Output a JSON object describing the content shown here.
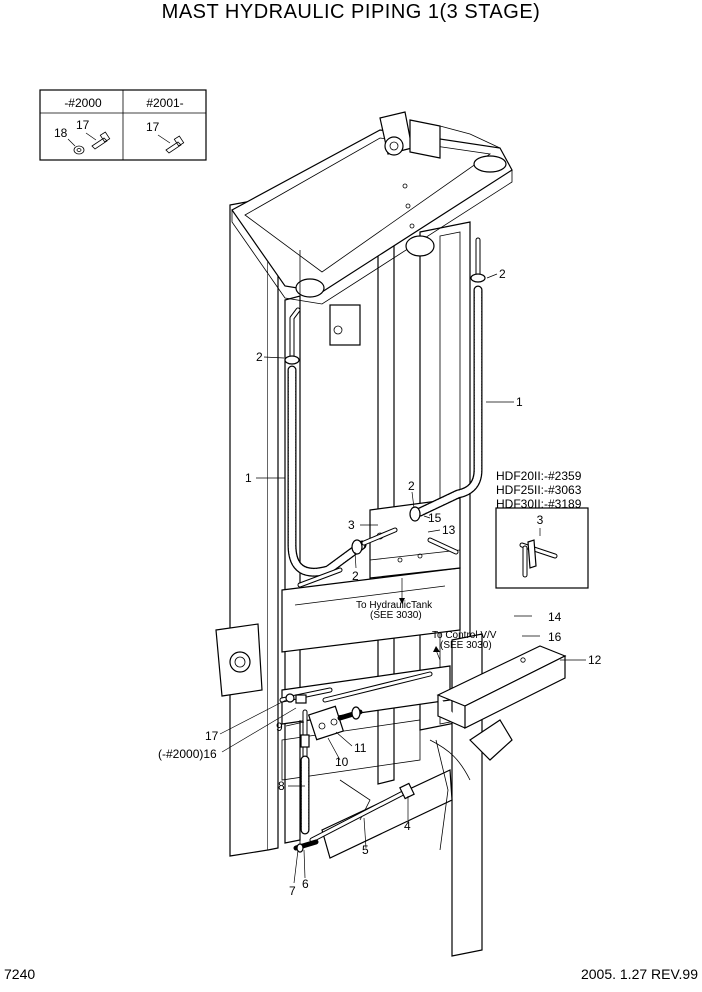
{
  "title": "MAST HYDRAULIC PIPING 1(3 STAGE)",
  "page_number": "7240",
  "revision": "2005. 1.27 REV.99",
  "inset_table": {
    "col1_header": "-#2000",
    "col2_header": "#2001-",
    "col1_labels": [
      "18",
      "17"
    ],
    "col2_labels": [
      "17"
    ]
  },
  "model_notes": [
    "HDF20II:-#2359",
    "HDF25II:-#3063",
    "HDF30II:-#3189"
  ],
  "detail_label": "3",
  "notes": {
    "to_tank_1": "To HydraulicTank",
    "to_tank_2": "(SEE 3030)",
    "to_cv_1": "To Control V/V",
    "to_cv_2": "(SEE 3030)"
  },
  "callouts": {
    "c1_left": "1",
    "c1_right": "1",
    "c2_top_right": "2",
    "c2_left": "2",
    "c2_center": "2",
    "c2_lower": "2",
    "c3": "3",
    "c4": "4",
    "c5": "5",
    "c6": "6",
    "c7": "7",
    "c8": "8",
    "c9": "9",
    "c10": "10",
    "c11": "11",
    "c12": "12",
    "c13": "13",
    "c14": "14",
    "c15": "15",
    "c16": "16",
    "c17": "17",
    "c16_variant": "(-#2000)16"
  }
}
